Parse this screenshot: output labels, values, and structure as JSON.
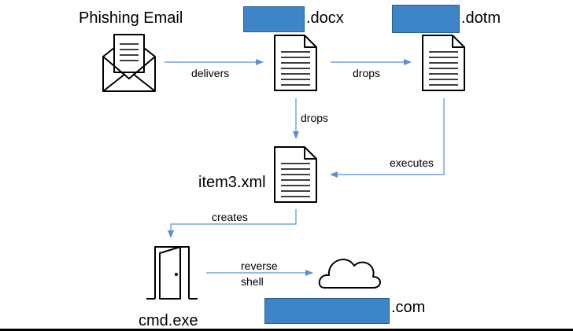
{
  "nodes": {
    "phishing_email": {
      "label": "Phishing Email",
      "icon": "envelope-icon"
    },
    "docx_file": {
      "label": ".docx",
      "icon": "document-icon"
    },
    "dotm_file": {
      "label": ".dotm",
      "icon": "document-icon"
    },
    "item3_xml": {
      "label": "item3.xml",
      "icon": "document-icon"
    },
    "cmd_exe": {
      "label": "cmd.exe",
      "icon": "door-icon"
    },
    "remote_domain": {
      "label": ".com",
      "icon": "cloud-icon"
    }
  },
  "edges": {
    "delivers": "delivers",
    "drops_dotm": "drops",
    "drops_xml": "drops",
    "executes": "executes",
    "creates": "creates",
    "reverse_shell_line1": "reverse",
    "reverse_shell_line2": "shell"
  },
  "colors": {
    "arrow": "#5a8fd0",
    "redaction": "#3d85c6"
  }
}
